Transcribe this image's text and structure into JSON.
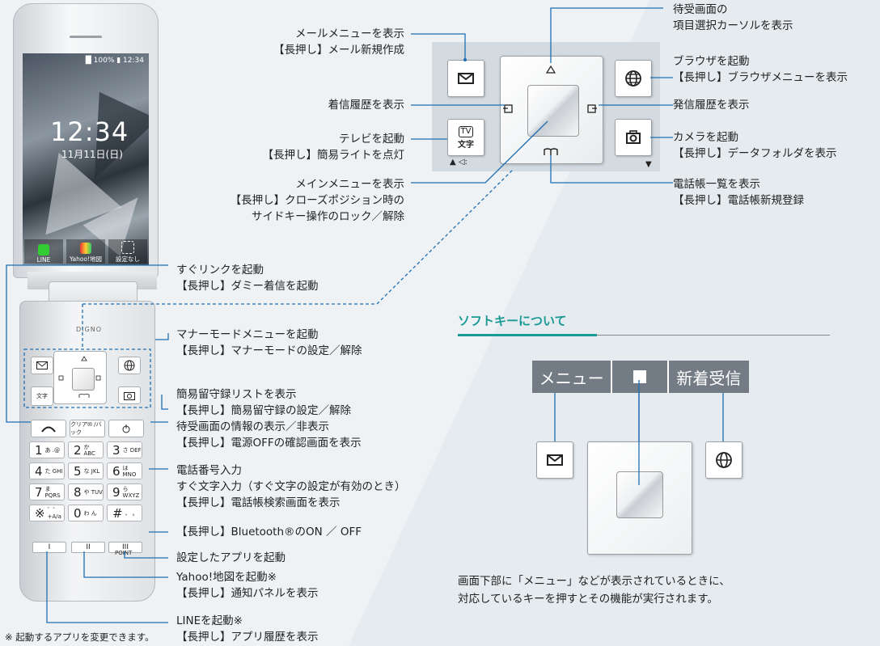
{
  "phone": {
    "status": "█ 100% ▮ 12:34",
    "clock": "12:34",
    "date": "11月11日(日)",
    "apps": [
      "LINE",
      "Yahoo!地図",
      "設定なし"
    ],
    "brand": "DIGNO",
    "clear_key": "クリア✉ /バック",
    "numkeys": [
      {
        "n": "1",
        "s": "あ .@"
      },
      {
        "n": "2",
        "s": "か ABC"
      },
      {
        "n": "3",
        "s": "さ DEF"
      },
      {
        "n": "4",
        "s": "た GHI"
      },
      {
        "n": "5",
        "s": "な JKL"
      },
      {
        "n": "6",
        "s": "は MNO"
      },
      {
        "n": "7",
        "s": "ま PQRS"
      },
      {
        "n": "8",
        "s": "や TUV"
      },
      {
        "n": "9",
        "s": "ら WXYZ"
      },
      {
        "n": "※",
        "s": "゛゜ +A/a"
      },
      {
        "n": "0",
        "s": "わ ん"
      },
      {
        "n": "#",
        "s": "、 。"
      }
    ],
    "fkeys": [
      "I",
      "II",
      "III"
    ],
    "point_label": "POINT"
  },
  "labels": {
    "mail": [
      "メールメニューを表示",
      "【長押し】メール新規作成"
    ],
    "incoming": "着信履歴を表示",
    "tv": [
      "テレビを起動",
      "【長押し】簡易ライトを点灯"
    ],
    "mainmenu": [
      "メインメニューを表示",
      "【長押し】クローズポジション時の",
      "サイドキー操作のロック／解除"
    ],
    "cursor": [
      "待受画面の",
      "項目選択カーソルを表示"
    ],
    "browser": [
      "ブラウザを起動",
      "【長押し】ブラウザメニューを表示"
    ],
    "outgoing": "発信履歴を表示",
    "camera": [
      "カメラを起動",
      "【長押し】データフォルダを表示"
    ],
    "phonebook": [
      "電話帳一覧を表示",
      "【長押し】電話帳新規登録"
    ],
    "sugulink": [
      "すぐリンクを起動",
      "【長押し】ダミー着信を起動"
    ],
    "manner": [
      "マナーモードメニューを起動",
      "【長押し】マナーモードの設定／解除"
    ],
    "voicemail": [
      "簡易留守録リストを表示",
      "【長押し】簡易留守録の設定／解除"
    ],
    "info": [
      "待受画面の情報の表示／非表示",
      "【長押し】電源OFFの確認画面を表示"
    ],
    "numinput": [
      "電話番号入力",
      "すぐ文字入力（すぐ文字の設定が有効のとき）",
      "【長押し】電話帳検索画面を表示"
    ],
    "bluetooth": "【長押し】Bluetooth®のON ／ OFF",
    "appkey": "設定したアプリを起動",
    "yahoo": [
      "Yahoo!地図を起動※",
      "【長押し】通知パネルを表示"
    ],
    "line": [
      "LINEを起動※",
      "【長押し】アプリ履歴を表示"
    ],
    "footnote": "※ 起動するアプリを変更できます。"
  },
  "tv_key": {
    "top": "TV",
    "bottom": "文字",
    "under": "▲ ◁:"
  },
  "camera_under": "▼",
  "softkey": {
    "title": "ソフトキーについて",
    "menu": "メニュー",
    "newmail": "新着受信",
    "desc": [
      "画面下部に「メニュー」などが表示されているときに、",
      "対応しているキーを押すとその機能が実行されます。"
    ]
  },
  "colors": {
    "accent": "#1a9a95",
    "line": "#1f6fb5",
    "softbar": "#737c85"
  }
}
